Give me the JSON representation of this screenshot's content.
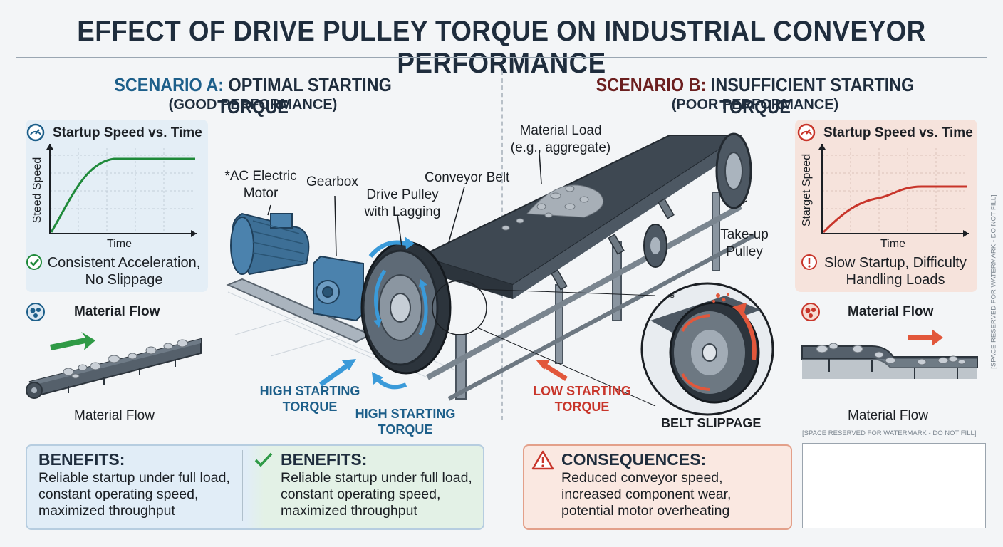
{
  "title": "EFFECT OF DRIVE PULLEY TORQUE ON INDUSTRIAL CONVEYOR PERFORMANCE",
  "scenario_a": {
    "label_prefix": "SCENARIO A:",
    "label_rest": " OPTIMAL STARTING TORQUE",
    "subtitle": "(GOOD PERFORMANCE)",
    "graph_title": "Startup Speed vs. Time",
    "y_axis": "Steed Speed",
    "x_axis": "Time",
    "result_line1": "Consistent Acceleration,",
    "result_line2": "No Slippage",
    "flow_title": "Material Flow",
    "flow_caption": "Material Flow",
    "torque_label1": "HIGH STARTING",
    "torque_label1b": "TORQUE",
    "torque_label2": "HIGH STARTING",
    "torque_label2b": "TORQUE",
    "accent": "#1d5f8a",
    "curve_color": "#1f8a3a"
  },
  "scenario_b": {
    "label_prefix": "SCENARIO B:",
    "label_rest": " INSUFFICIENT STARTING TORQUE",
    "subtitle": "(POOR PERFORMANCE)",
    "graph_title": "Startup Speed vs. Time",
    "y_axis": "Starget Speed",
    "x_axis": "Time",
    "result_line1": "Slow Startup, Difficulty",
    "result_line2": "Handling Loads",
    "flow_title": "Material Flow",
    "flow_caption": "Material Flow",
    "torque_label": "LOW STARTING",
    "torque_labelb": "TORQUE",
    "slip_label": "BELT SLIPPAGE",
    "accent": "#6b1f1f",
    "curve_color": "#c8352a"
  },
  "components": {
    "motor_1": "*AC Electric",
    "motor_2": "Motor",
    "gearbox": "Gearbox",
    "drive_1": "Drive Pulley",
    "drive_2": "with Lagging",
    "belt": "Conveyor Belt",
    "load_1": "Material Load",
    "load_2": "(e.g., aggregate)",
    "takeup_1": "Take-up",
    "takeup_2": "Pulley"
  },
  "benefits_1": {
    "heading": "BENEFITS:",
    "lines": [
      "Reliable startup under full load,",
      "constant operating speed,",
      "maximized throughput"
    ]
  },
  "benefits_2": {
    "heading": "BENEFITS:",
    "lines": [
      "Reliable startup under full load,",
      "constant operating speed,",
      "maximized throughput"
    ]
  },
  "consequences": {
    "heading": "CONSEQUENCES:",
    "lines": [
      "Reduced conveyor speed,",
      "increased component wear,",
      "potential motor overheating"
    ]
  },
  "watermark": {
    "horizontal": "[SPACE RESERVED FOR WATERMARK - DO NOT FILL]",
    "vertical": "[SPACE RESERVED FOR WATERMARK - DO NOT FILL]"
  }
}
